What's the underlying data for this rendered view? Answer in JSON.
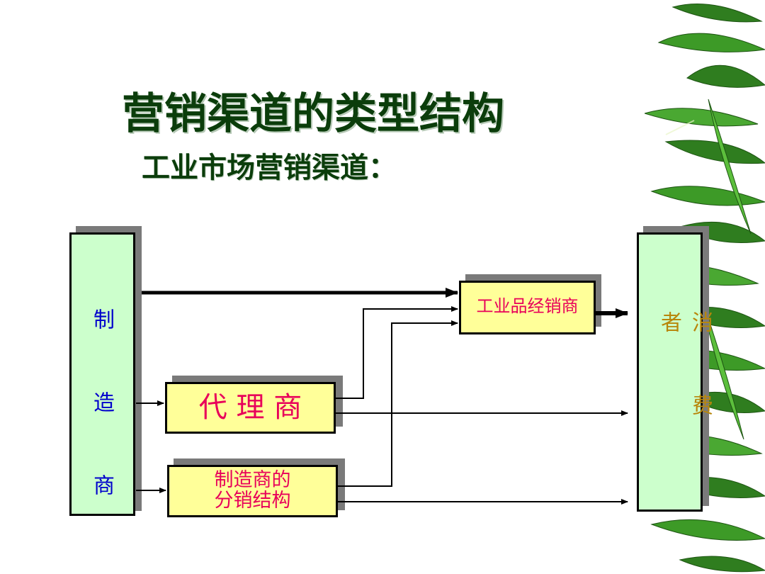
{
  "slide": {
    "title": "营销渠道的类型结构",
    "subtitle": "工业市场营销渠道："
  },
  "diagram": {
    "manufacturer": "制 造 商",
    "consumer": "消 费 者",
    "distributor": "工业品经销商",
    "agent": "代 理 商",
    "branch": "制造商的\n分销结构"
  },
  "colors": {
    "title": "#0b3d0b",
    "manufacturer_text": "#0000cc",
    "consumer_text": "#b8860b",
    "node_text": "#e8005a",
    "green_box": "#ccffcc",
    "yellow_box": "#ffff99"
  },
  "decoration": {
    "background_image": "bamboo-leaves"
  }
}
